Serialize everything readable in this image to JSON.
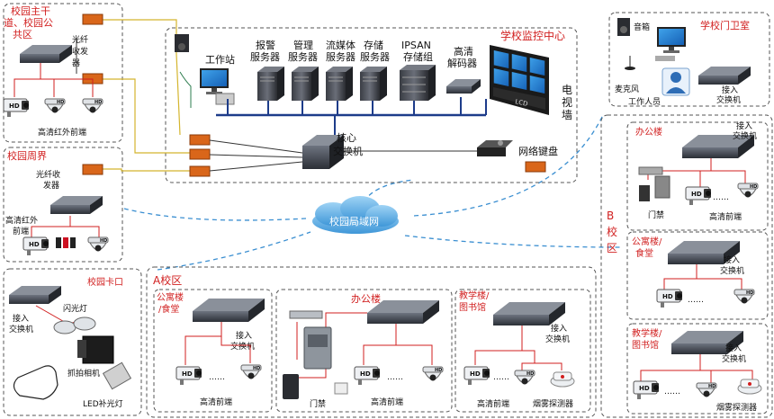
{
  "colors": {
    "section_title": "#d11f1f",
    "label": "#111111",
    "backbone": "#1d3c8a",
    "fiber_link": "#d4b52e",
    "lan_dash": "#3b8fd1",
    "fiber_box": "#d9661a",
    "cloud": "#4aa3e0",
    "red_wire": "#d11f1f",
    "green_wire": "#2e7d4f"
  },
  "icons": {
    "switch": "network-switch-icon",
    "server": "server-tower-icon",
    "camera": "bullet-camera-icon",
    "dome": "dome-camera-icon",
    "pc": "desktop-computer-icon",
    "smoke": "smoke-detector-icon",
    "door": "door-controller-icon",
    "cloud": "cloud-network-icon"
  },
  "main_zone": {
    "title": "校园主干道、校园公共区",
    "fiber_transceiver": "光纤收发器",
    "front_end": "高清红外前端"
  },
  "perimeter": {
    "title": "校园周界",
    "fiber_transceiver": "光纤收发器",
    "front_end": "高清红外前端"
  },
  "gate": {
    "title": "校园卡口",
    "flash": "闪光灯",
    "access_switch": "接入交换机",
    "capture_cam": "抓拍相机",
    "led_light": "LED补光灯"
  },
  "center": {
    "title": "学校监控中心",
    "workstation": "工作站",
    "servers": [
      "报警服务器",
      "管理服务器",
      "流媒体服务器",
      "存储服务器"
    ],
    "ipsan": "IPSAN存储组",
    "decoder": "高清解码器",
    "tv_wall": "电视墙",
    "core_switch": "核心交换机",
    "keyboard": "网络键盘",
    "lcd": "LCD"
  },
  "guard": {
    "title": "学校门卫室",
    "speaker": "音箱",
    "mic": "麦克风",
    "staff": "工作人员",
    "access_switch": "接入交换机"
  },
  "lan": {
    "label": "校园局域网"
  },
  "campus_a": {
    "title": "A校区",
    "dorm": {
      "title": "公寓楼/食堂",
      "switch": "接入交换机",
      "front": "高清前端"
    },
    "office": {
      "title": "办公楼",
      "door": "门禁",
      "front": "高清前端"
    },
    "teaching": {
      "title": "教学楼/图书馆",
      "switch": "接入交换机",
      "front": "高清前端",
      "smoke": "烟雾探测器"
    }
  },
  "campus_b": {
    "title": "B校区",
    "office": {
      "title": "办公楼",
      "switch": "接入交换机",
      "door": "门禁",
      "front": "高清前端"
    },
    "dorm": {
      "title": "公寓楼/食堂",
      "switch": "接入交换机"
    },
    "teaching": {
      "title": "教学楼/图书馆",
      "switch": "接入交换机",
      "smoke": "烟雾探测器"
    }
  },
  "hd": "HD",
  "dots": "……"
}
